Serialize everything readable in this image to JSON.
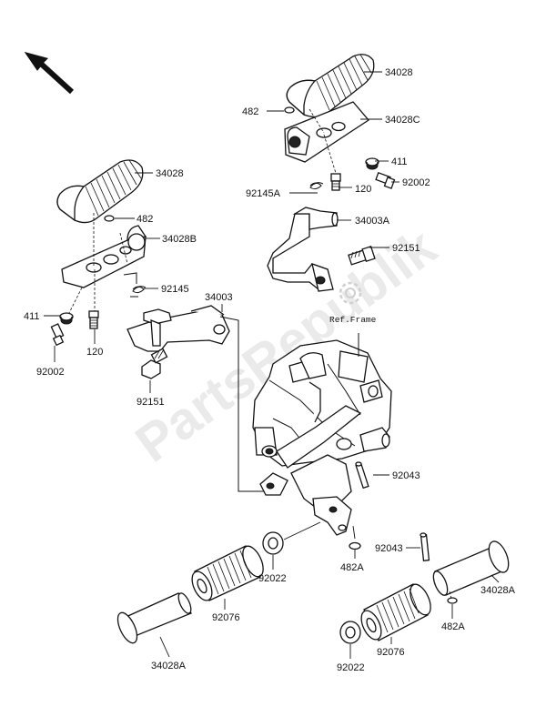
{
  "diagram": {
    "ref_frame_label": "Ref.Frame",
    "watermark_text": "PartsRepublik",
    "labels": {
      "p34028_top": "34028",
      "p482_top": "482",
      "p34028c": "34028C",
      "p411_right": "411",
      "p92002_right": "92002",
      "p120_right": "120",
      "p92145a": "92145A",
      "p34003a": "34003A",
      "p92151_right": "92151",
      "p34028_left": "34028",
      "p482_left": "482",
      "p34028b": "34028B",
      "p92145": "92145",
      "p34003": "34003",
      "p411_left": "411",
      "p120_left": "120",
      "p92002_left": "92002",
      "p92151_left": "92151",
      "p92043_mid": "92043",
      "p92022_mid": "92022",
      "p482a_mid": "482A",
      "p92043_right": "92043",
      "p34028a_right": "34028A",
      "p482a_right": "482A",
      "p92076_mid": "92076",
      "p34028a_left": "34028A",
      "p92076_right": "92076",
      "p92022_bottom": "92022"
    },
    "icons": [
      "direction-arrow-icon",
      "gear-icon"
    ]
  }
}
